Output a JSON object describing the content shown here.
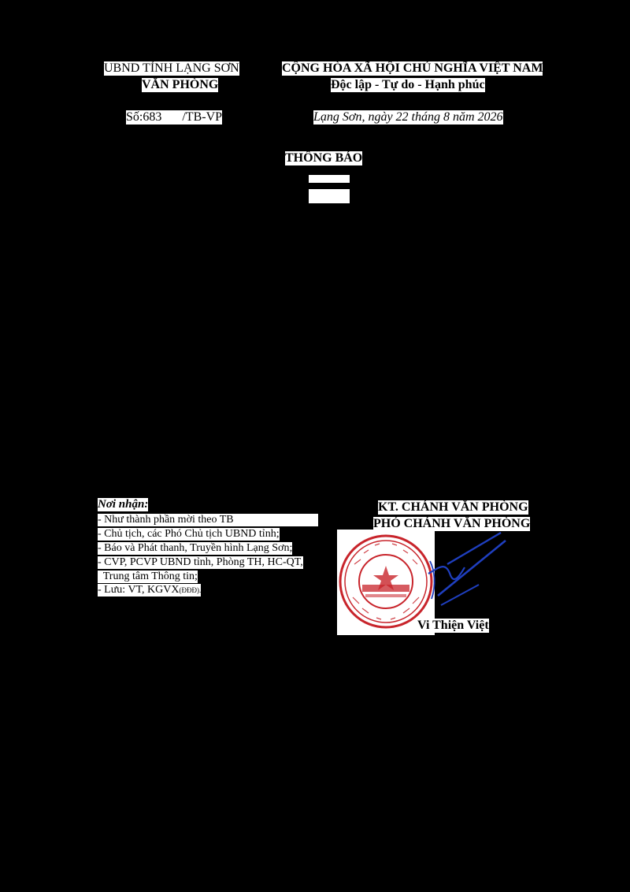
{
  "header": {
    "agency_parent": "UBND TỈNH LẠNG SƠN",
    "agency": "VĂN PHÒNG",
    "number_prefix": "Số:",
    "number": "683",
    "number_suffix": "/TB-VP",
    "country": "CỘNG HÒA XÃ HỘI CHỦ NGHĨA VIỆT NAM",
    "motto": "Độc lập - Tự do - Hạnh phúc",
    "place_date": "Lạng Sơn, ngày 22 tháng 8 năm 2026"
  },
  "document": {
    "title": "THÔNG BÁO"
  },
  "recipients": {
    "heading": "Nơi nhận:",
    "items": [
      "- Như thành phần mời theo TB",
      "- Chủ tịch, các Phó Chủ tịch UBND tỉnh;",
      "- Báo và Phát thanh, Truyền hình Lạng Sơn;",
      "- CVP, PCVP UBND tỉnh, Phòng TH, HC-QT,",
      "  Trung tâm Thông tin;"
    ],
    "archive": "- Lưu: VT, KGVX",
    "archive_note": "(ĐĐĐ)."
  },
  "signature": {
    "authority": "KT. CHÁNH VĂN PHÒNG",
    "position": "PHÓ CHÁNH VĂN PHÒNG",
    "signer": "Vi Thiện Việt"
  },
  "colors": {
    "background_redacted": "#000000",
    "paper": "#ffffff",
    "stamp_red": "#c8242b",
    "signature_blue": "#1f3fbf"
  }
}
